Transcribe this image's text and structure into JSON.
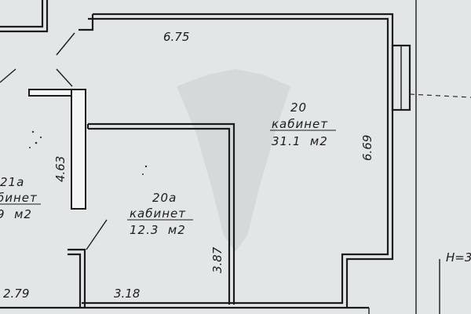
{
  "rooms": [
    {
      "number": "20",
      "name": "кабинет",
      "area": "31.1  м2"
    },
    {
      "number": "20а",
      "name": "кабинет",
      "area": "12.3  м2"
    },
    {
      "number": "21а",
      "name": "бинет",
      "area": "9  м2"
    }
  ],
  "dimensions": {
    "top": "6.75",
    "right": "6.69",
    "left_partition": "4.63",
    "inner_partition": "3.87",
    "bottom_mid": "3.18",
    "bottom_left": "2.79"
  },
  "height_mark": "H=3"
}
